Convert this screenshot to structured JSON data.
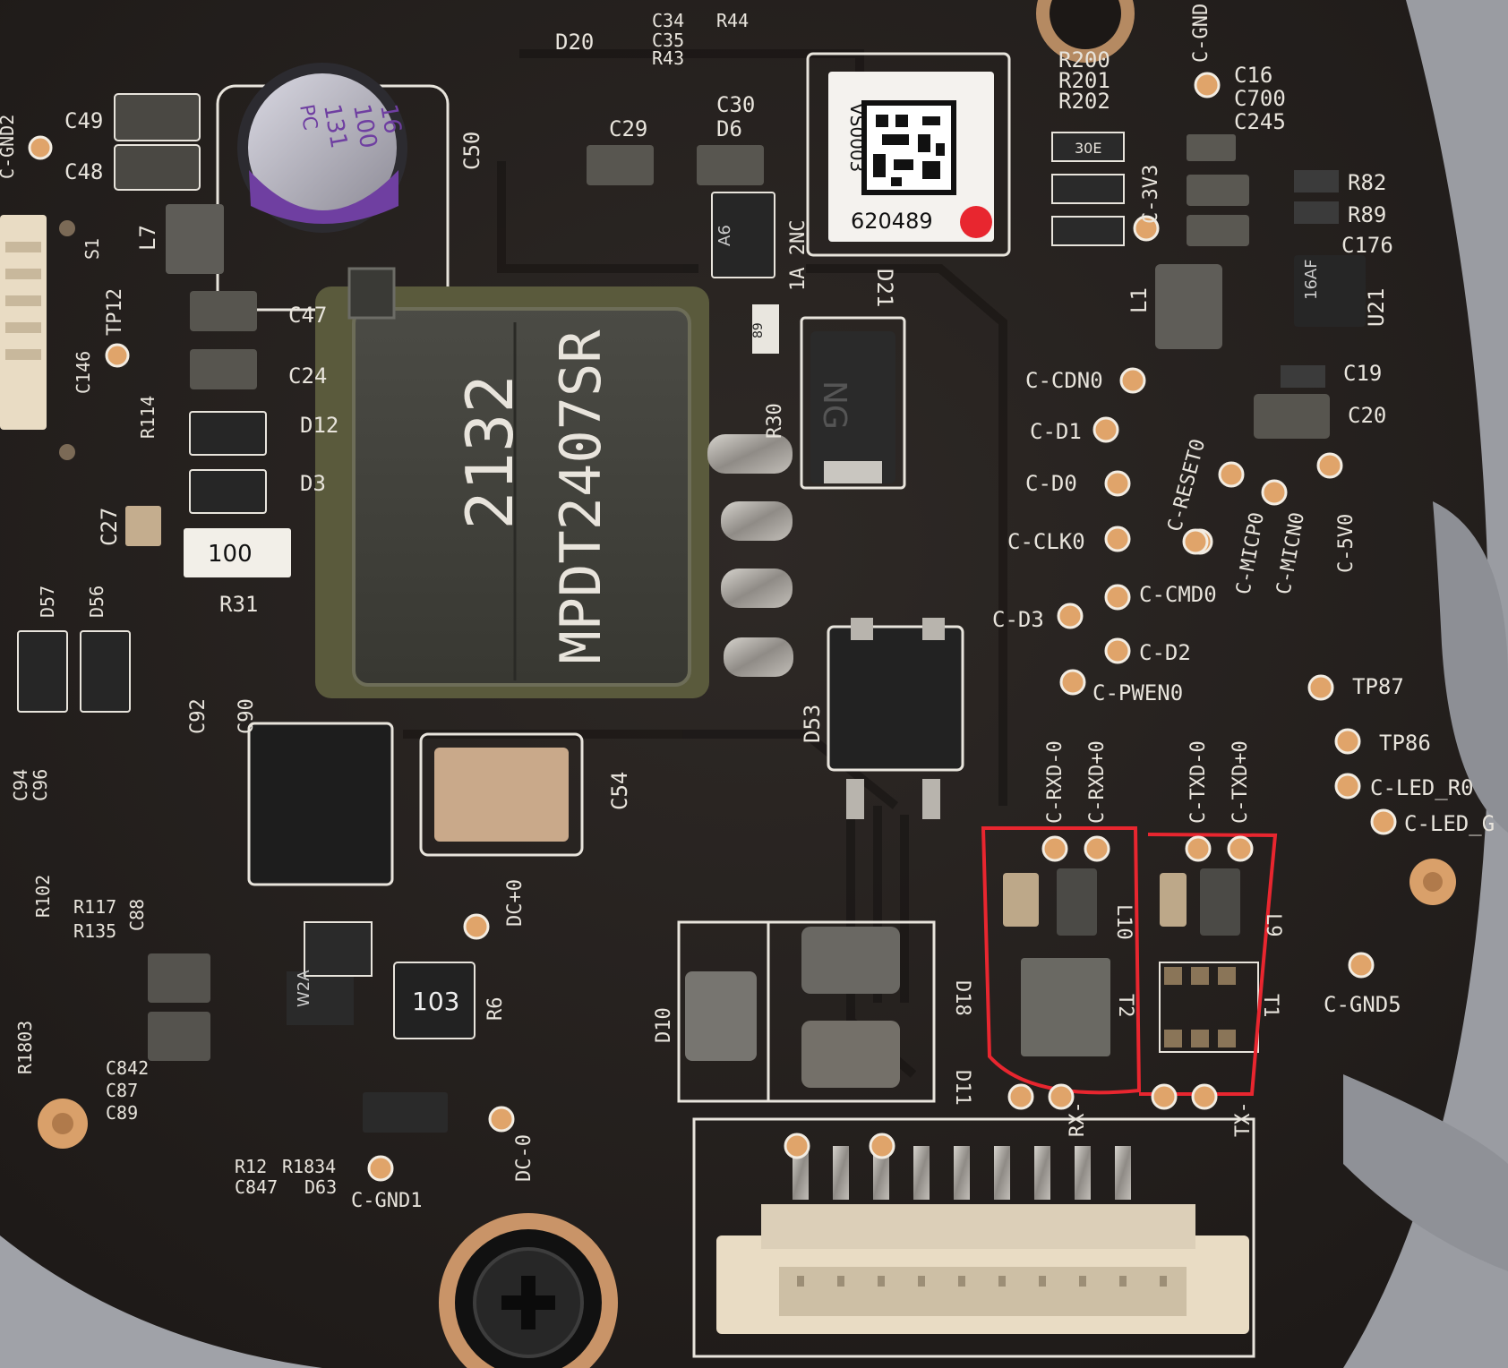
{
  "photo": {
    "colors": {
      "board": "#2a2522",
      "board_dark": "#1f1b19",
      "silkscreen": "#e8e4dc",
      "pad_copper": "#e0a46a",
      "solder": "#b9b6b0",
      "annotation": "#e8262f",
      "housing": "#9c9ea4",
      "connector": "#e9dcc4"
    },
    "transformer": {
      "line1": "2132",
      "line2": "MPDT2407SR"
    },
    "capacitor_marking": [
      "131",
      "PC",
      "100",
      "16"
    ],
    "qr_label": {
      "code": "620489",
      "side": "VS0003"
    },
    "chip_marks": {
      "resistor_100": "100",
      "resistor_103": "103",
      "diode_ng": "NG",
      "ic_a6": "A6",
      "ic_16af": "16AF",
      "ic_w2a": "W2A",
      "res_89": "89",
      "res_30e": "30E"
    },
    "labels": {
      "d20": "D20",
      "c34": "C34",
      "c35": "C35",
      "r43": "R43",
      "r44": "R44",
      "c_gnd": "C-GND",
      "r200": "R200",
      "r201": "R201",
      "r202": "R202",
      "c16": "C16",
      "c700": "C700",
      "c245": "C245",
      "c49": "C49",
      "c48": "C48",
      "c_gnd2": "C-GND2",
      "c50": "C50",
      "c29": "C29",
      "c30": "C30",
      "d6": "D6",
      "l7": "L7",
      "s1": "S1",
      "tp12": "TP12",
      "c146": "C146",
      "r114": "R114",
      "c47": "C47",
      "c24": "C24",
      "d12": "D12",
      "d3": "D3",
      "c27": "C27",
      "r31": "R31",
      "d57": "D57",
      "d56": "D56",
      "c92": "C92",
      "c90": "C90",
      "c94": "C94",
      "c96": "C96",
      "r102": "R102",
      "r117": "R117",
      "r135": "R135",
      "c88": "C88",
      "r1803": "R1803",
      "c842": "C842",
      "c87": "C87",
      "c89": "C89",
      "r12": "R12",
      "r1834": "R1834",
      "c847": "C847",
      "d63": "D63",
      "c_gnd1": "C-GND1",
      "r6": "R6",
      "dc_plus": "DC+0",
      "dc_minus": "DC-0",
      "c54": "C54",
      "d53": "D53",
      "d10": "D10",
      "d18": "D18",
      "d11": "D11",
      "d21": "D21",
      "r30": "R30",
      "one_a_2nc": "1A 2NC",
      "c_3v3": "C-3V3",
      "r82": "R82",
      "r89": "R89",
      "c176": "C176",
      "u21": "U21",
      "l1": "L1",
      "c19": "C19",
      "c20": "C20",
      "c_cdn0": "C-CDN0",
      "c_d1": "C-D1",
      "c_d0": "C-D0",
      "c_clk0": "C-CLK0",
      "c_d3": "C-D3",
      "c_cmd0": "C-CMD0",
      "c_d2": "C-D2",
      "c_pwen0": "C-PWEN0",
      "c_reset0": "C-RESET0",
      "c_micp0": "C-MICP0",
      "c_micn0": "C-MICN0",
      "c_5v0": "C-5V0",
      "tp87": "TP87",
      "tp86": "TP86",
      "c_led_r0": "C-LED_R0",
      "c_led_g": "C-LED_G",
      "c_rxd_minus": "C-RXD-0",
      "c_rxd_plus": "C-RXD+0",
      "c_txd_minus": "C-TXD-0",
      "c_txd_plus": "C-TXD+0",
      "c_gnd5": "C-GND5",
      "l9": "L9",
      "l10": "L10",
      "t2": "T2",
      "t1": "T1",
      "rx": "RX-",
      "tx": "TX-"
    }
  }
}
